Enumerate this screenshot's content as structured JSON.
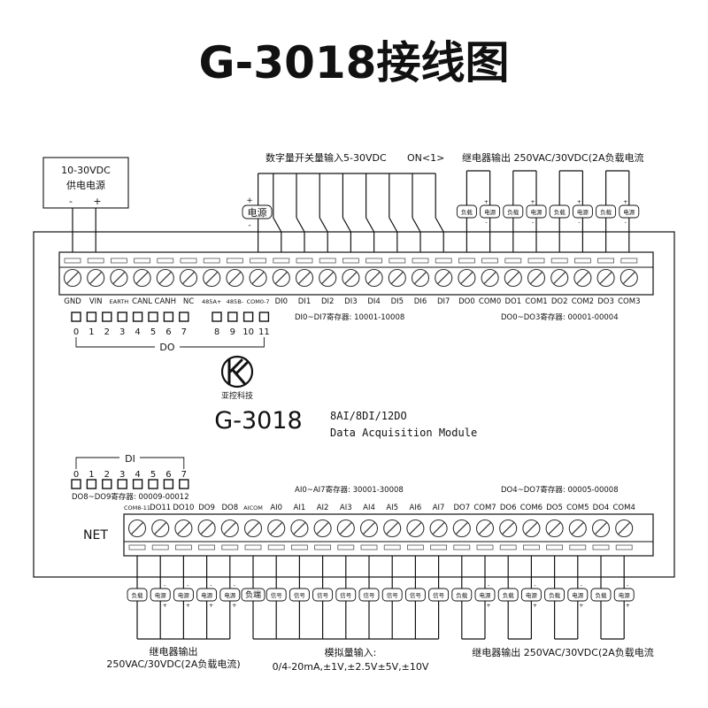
{
  "title": "G-3018接线图",
  "power_box": {
    "voltage": "10-30VDC",
    "label": "供电电源",
    "minus": "-",
    "plus": "+"
  },
  "top_captions": {
    "digital_input": "数字量开关量输入5-30VDC",
    "on_state": "ON<1>",
    "relay": "继电器输出 250VAC/30VDC(2A负载电流"
  },
  "top_power_chip": "电源",
  "chips": {
    "load": "负载",
    "power": "电源",
    "load_term": "负端",
    "signal": "信号"
  },
  "signs": {
    "plus": "+",
    "minus": "-"
  },
  "top_terminals": [
    "GND",
    "VIN",
    "EARTH",
    "CANL",
    "CANH",
    "NC",
    "485A+",
    "485B-",
    "COM0-7",
    "DI0",
    "DI1",
    "DI2",
    "DI3",
    "DI4",
    "DI5",
    "DI6",
    "DI7",
    "DO0",
    "COM0",
    "DO1",
    "COM1",
    "DO2",
    "COM2",
    "DO3",
    "COM3"
  ],
  "do_dip": {
    "numbers": [
      "0",
      "1",
      "2",
      "3",
      "4",
      "5",
      "6",
      "7",
      "8",
      "9",
      "10",
      "11"
    ],
    "group_label": "DO"
  },
  "registers": {
    "di0_7": "DI0~DI7寄存器: 10001-10008",
    "do0_3": "DO0~DO3寄存器: 00001-00004",
    "do8_9": "DO8~DO9寄存器: 00009-00012",
    "ai0_7": "AI0~AI7寄存器: 30001-30008",
    "do4_7": "DO4~DO7寄存器: 00005-00008"
  },
  "logo": {
    "company": "亚控科技"
  },
  "model": {
    "name": "G-3018",
    "spec": "8AI/8DI/12DO",
    "desc": "Data Acquisition Module"
  },
  "di_dip": {
    "numbers": [
      "0",
      "1",
      "2",
      "3",
      "4",
      "5",
      "6",
      "7"
    ],
    "group_label": "DI"
  },
  "net_label": "NET",
  "bottom_terminals": [
    "COM8-11",
    "DO11",
    "DO10",
    "DO9",
    "DO8",
    "AICOM",
    "AI0",
    "AI1",
    "AI2",
    "AI3",
    "AI4",
    "AI5",
    "AI6",
    "AI7",
    "DO7",
    "COM7",
    "DO6",
    "COM6",
    "DO5",
    "COM5",
    "DO4",
    "COM4"
  ],
  "bottom_captions": {
    "relay_left_1": "继电器输出",
    "relay_left_2": "250VAC/30VDC(2A负载电流)",
    "analog_1": "模拟量输入:",
    "analog_2": "0/4-20mA,±1V,±2.5V±5V,±10V",
    "relay_right": "继电器输出 250VAC/30VDC(2A负载电流"
  }
}
